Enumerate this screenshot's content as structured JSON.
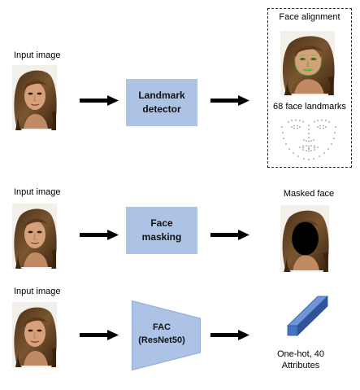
{
  "rows": [
    {
      "input_label": "Input image",
      "process_label_lines": [
        "Landmark",
        "detector"
      ],
      "output_title": "Face alignment",
      "output_subtitle": "68 face landmarks"
    },
    {
      "input_label": "Input image",
      "process_label_lines": [
        "Face",
        "masking"
      ],
      "output_title": "Masked face"
    },
    {
      "input_label": "Input image",
      "process_label_lines": [
        "FAC",
        "(ResNet50)"
      ],
      "output_label_lines": [
        "One-hot, 40",
        "Attributes"
      ]
    }
  ],
  "colors": {
    "box_fill": "#adc3e6",
    "arrow": "#000000",
    "cube_front": "#4472c4",
    "cube_top": "#6f95d8",
    "cube_side": "#2f5597",
    "landmarks": "#6cc04a",
    "mask": "#000000"
  },
  "icons": {
    "face_photo": "portrait-photo",
    "landmark_map": "landmark-dots",
    "attribute_vector": "3d-bar"
  }
}
